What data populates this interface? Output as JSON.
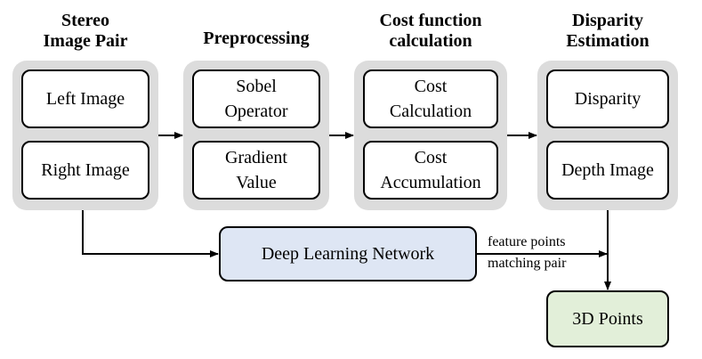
{
  "stages": [
    {
      "title": "Stereo\nImage Pair",
      "boxes": [
        "Left Image",
        "Right Image"
      ]
    },
    {
      "title": "Preprocessing",
      "boxes": [
        "Sobel\nOperator",
        "Gradient\nValue"
      ]
    },
    {
      "title": "Cost function\ncalculation",
      "boxes": [
        "Cost\nCalculation",
        "Cost\nAccumulation"
      ]
    },
    {
      "title": "Disparity\nEstimation",
      "boxes": [
        "Disparity",
        "Depth Image"
      ]
    }
  ],
  "network": {
    "label": "Deep Learning Network",
    "color": "#dee6f4"
  },
  "output": {
    "label": "3D Points",
    "color": "#e2efd9"
  },
  "edge_label": {
    "line1": "feature points",
    "line2": "matching pair"
  },
  "colors": {
    "group_bg": "#dcdcdc"
  }
}
